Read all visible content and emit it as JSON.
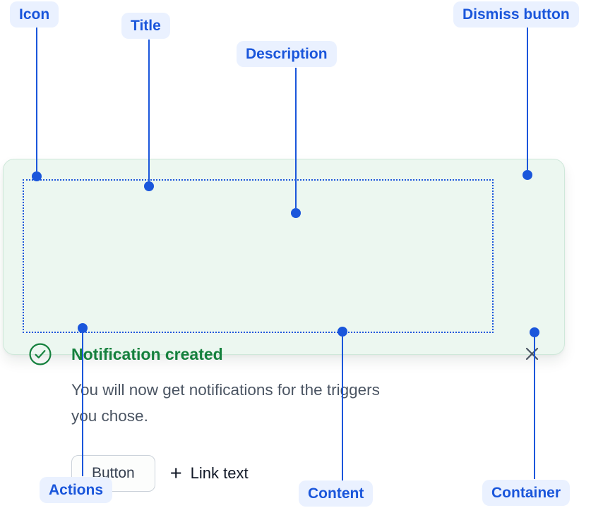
{
  "callouts": {
    "icon": "Icon",
    "title": "Title",
    "description": "Description",
    "dismiss_button": "Dismiss button",
    "actions": "Actions",
    "content": "Content",
    "container": "Container"
  },
  "toast": {
    "title": "Notification created",
    "description_lines": [
      "You will now get notifications for the triggers",
      "you chose."
    ],
    "button_label": "Button",
    "link_prefix": "+",
    "link_label": "Link text"
  },
  "icons": {
    "status": "check-circle-icon",
    "dismiss": "close-icon",
    "link": "plus-icon"
  },
  "colors": {
    "callout_text": "#1A56DB",
    "callout_bg": "#EAF1FF",
    "connector": "#1A56DB",
    "toast_bg": "#ECF7F0",
    "toast_border": "#CFE8DA",
    "success_green": "#15803D",
    "description_text": "#4B5563",
    "dismiss_gray": "#4B5563",
    "content_outline": "#1A56DB"
  }
}
